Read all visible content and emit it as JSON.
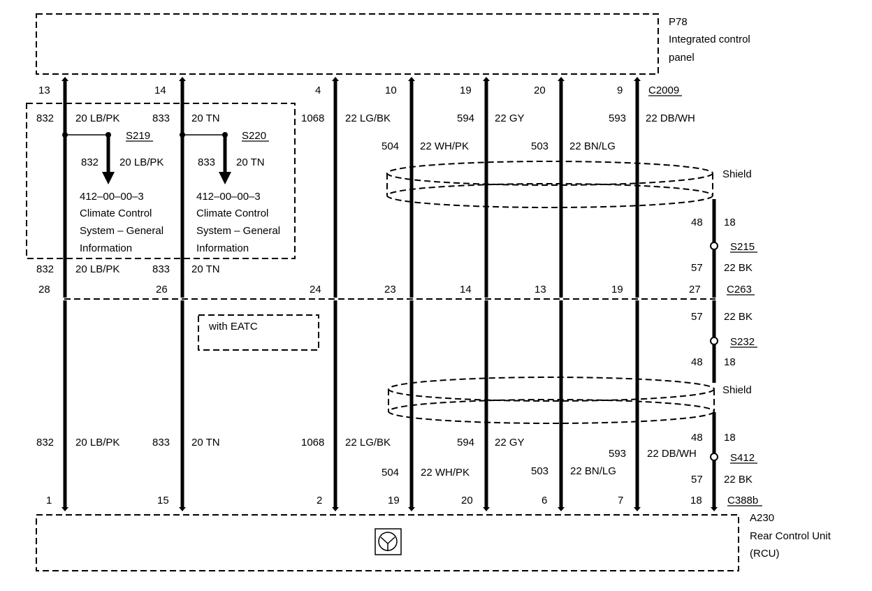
{
  "components": {
    "top": {
      "id": "P78",
      "name_line1": "Integrated control",
      "name_line2": "panel",
      "connector": "C2009"
    },
    "middle_connector": "C263",
    "bottom": {
      "id": "A230",
      "name_line1": "Rear Control Unit",
      "name_line2": "(RCU)",
      "connector": "C388b"
    }
  },
  "wires": [
    {
      "top_pin": "13",
      "circuit": "832",
      "gauge_color": "20 LB/PK",
      "bottom_pin_mid": "28",
      "top_pin_lower": "1"
    },
    {
      "top_pin": "14",
      "circuit": "833",
      "gauge_color": "20 TN",
      "bottom_pin_mid": "26",
      "top_pin_lower": "15"
    },
    {
      "top_pin": "4",
      "circuit": "1068",
      "gauge_color": "22 LG/BK",
      "bottom_pin_mid": "24",
      "top_pin_lower": "2"
    },
    {
      "top_pin": "10",
      "circuit": "504",
      "gauge_color": "22 WH/PK",
      "bottom_pin_mid": "23",
      "top_pin_lower": "19"
    },
    {
      "top_pin": "19",
      "circuit": "594",
      "gauge_color": "22 GY",
      "bottom_pin_mid": "14",
      "top_pin_lower": "20"
    },
    {
      "top_pin": "20",
      "circuit": "503",
      "gauge_color": "22 BN/LG",
      "bottom_pin_mid": "13",
      "top_pin_lower": "6"
    },
    {
      "top_pin": "9",
      "circuit": "593",
      "gauge_color": "22 DB/WH",
      "bottom_pin_mid": "19",
      "top_pin_lower": "7"
    },
    {
      "top_pin": "",
      "circuit": "57",
      "gauge_color": "22 BK",
      "bottom_pin_mid": "27",
      "top_pin_lower": "18"
    }
  ],
  "splices": {
    "s219": {
      "id": "S219",
      "circuit": "832",
      "gauge_color": "20 LB/PK",
      "ref": "412–00–00–3",
      "desc1": "Climate Control",
      "desc2": "System – General",
      "desc3": "Information"
    },
    "s220": {
      "id": "S220",
      "circuit": "833",
      "gauge_color": "20 TN",
      "ref": "412–00–00–3",
      "desc1": "Climate Control",
      "desc2": "System – General",
      "desc3": "Information"
    },
    "s215": {
      "id": "S215",
      "circuit_a": "48",
      "gauge_a": "18",
      "circuit_b": "57",
      "gauge_b": "22 BK"
    },
    "s232": {
      "id": "S232",
      "circuit_a": "57",
      "gauge_a": "22 BK",
      "circuit_b": "48",
      "gauge_b": "18"
    },
    "s412": {
      "id": "S412",
      "circuit_a": "48",
      "gauge_a": "18",
      "circuit_b": "57",
      "gauge_b": "22 BK"
    }
  },
  "shield_label": "Shield",
  "option_label": "with EATC"
}
